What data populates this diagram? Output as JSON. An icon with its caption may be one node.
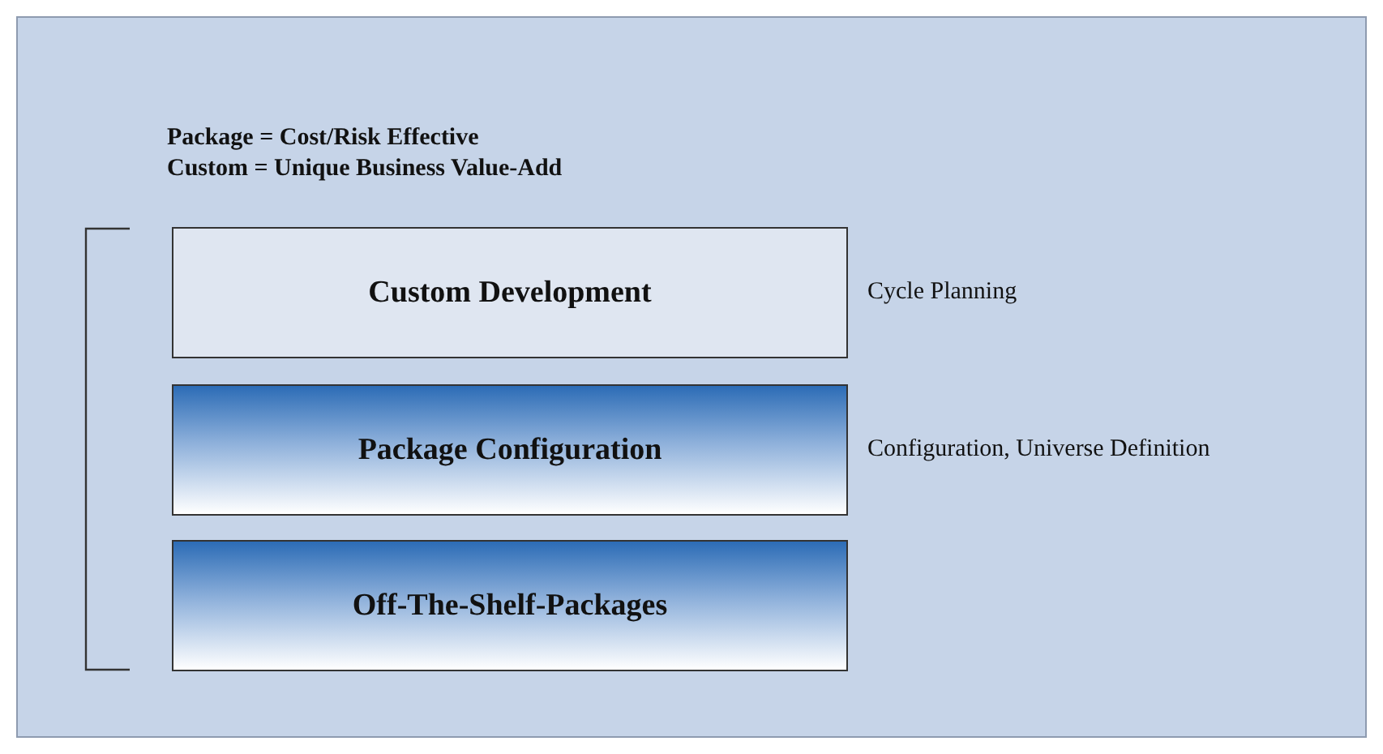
{
  "diagram": {
    "nodes": [
      {
        "text": [
          "Custom Development"
        ],
        "beside": [
          "Cycle Planning"
        ]
      },
      {
        "text": [
          "Package Configuration"
        ],
        "beside": [
          "Configuration, Universe Definition"
        ]
      },
      {
        "text": [
          "Off-The-Shelf-Packages"
        ]
      }
    ],
    "labels": [
      "Package = Cost/Risk Effective",
      "Custom = Unique Business Value-Add"
    ]
  }
}
